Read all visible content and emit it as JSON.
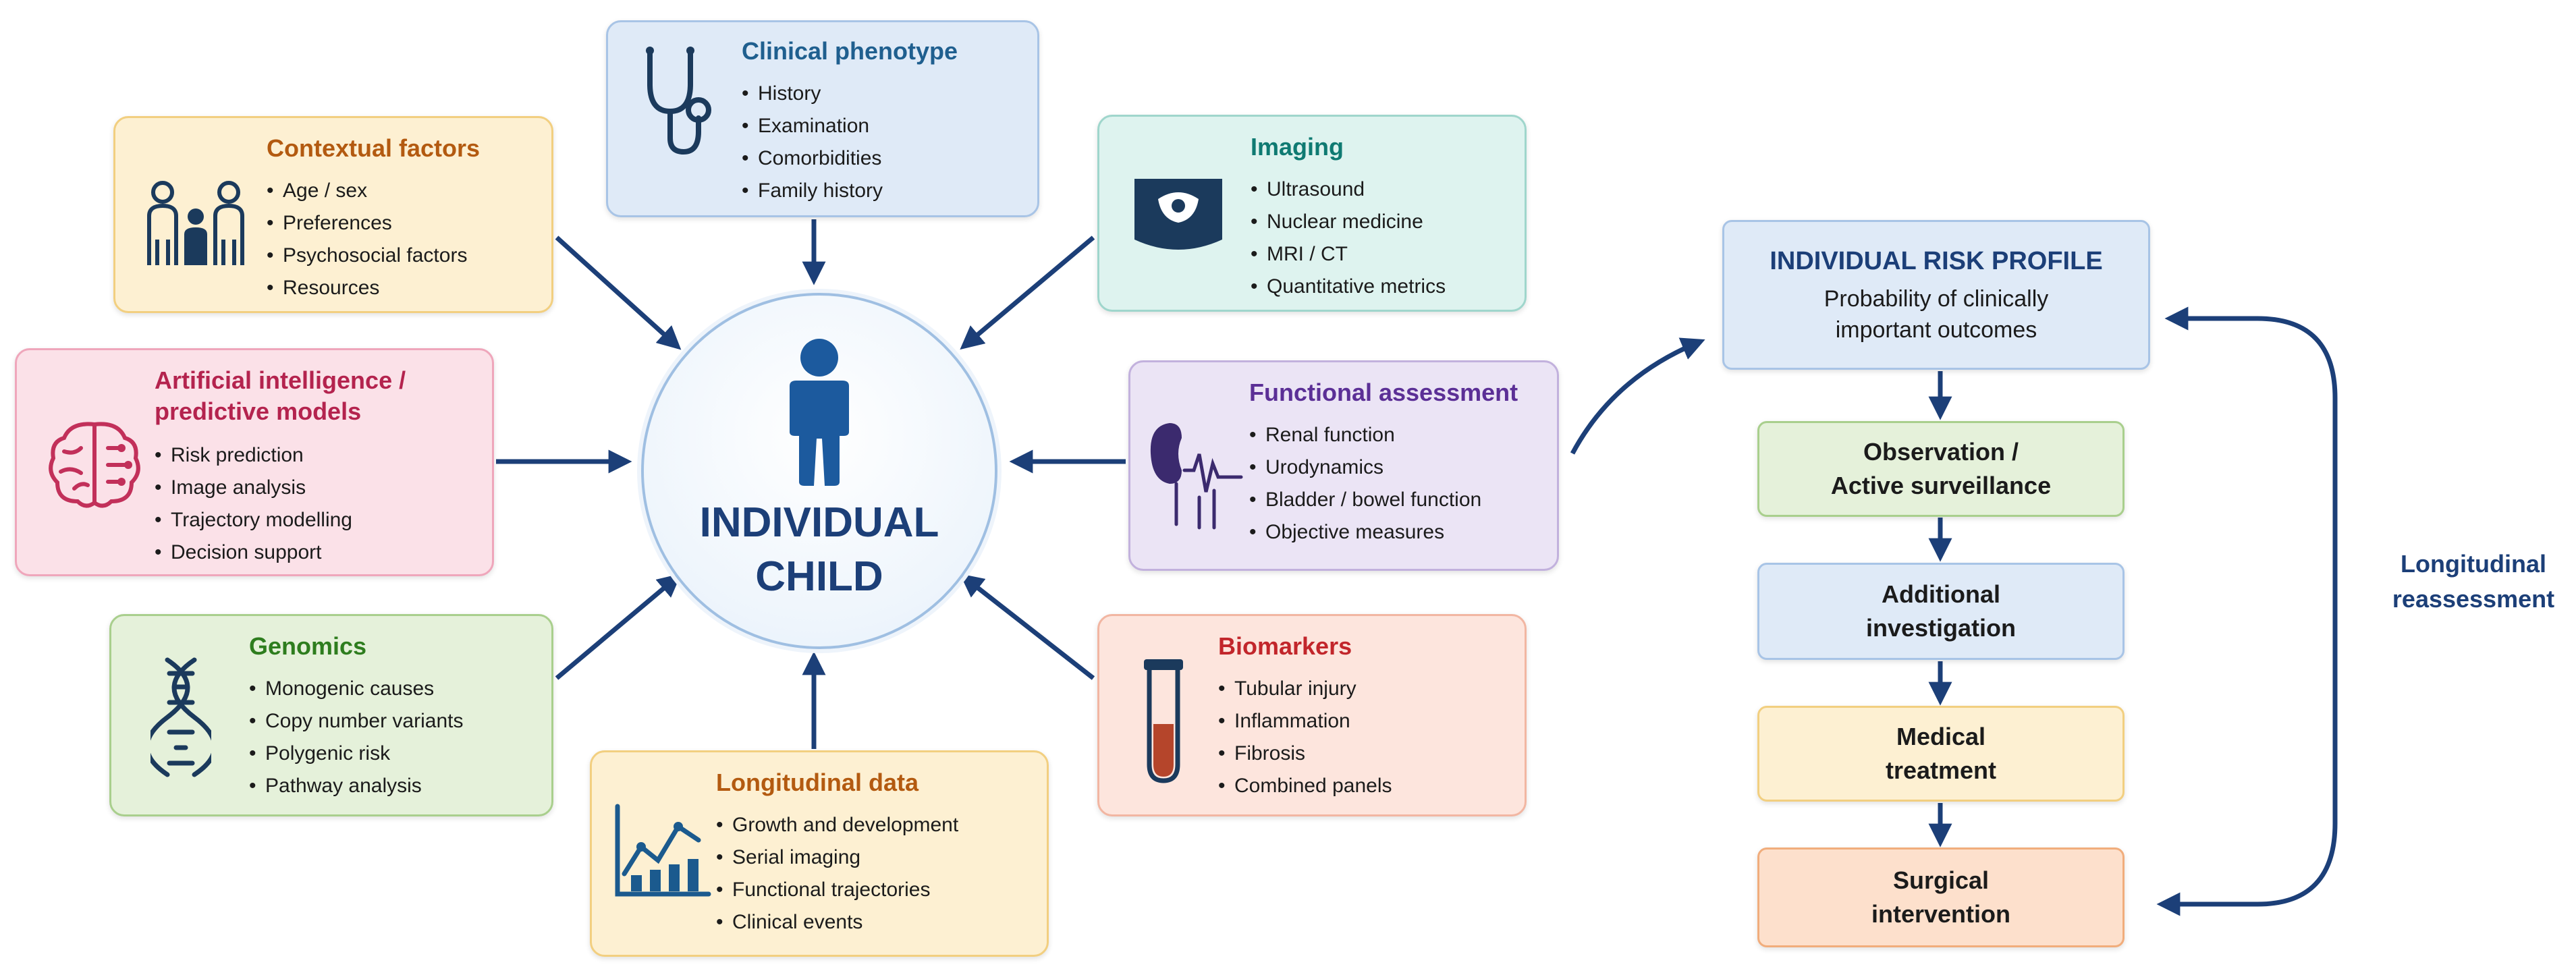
{
  "center": {
    "line1": "INDIVIDUAL",
    "line2": "CHILD"
  },
  "boxes": {
    "contextual": {
      "title": "Contextual factors",
      "items": [
        "Age / sex",
        "Preferences",
        "Psychosocial factors",
        "Resources"
      ],
      "icon": "family-icon"
    },
    "clinical": {
      "title": "Clinical phenotype",
      "items": [
        "History",
        "Examination",
        "Comorbidities",
        "Family history"
      ],
      "icon": "stethoscope-icon"
    },
    "imaging": {
      "title": "Imaging",
      "items": [
        "Ultrasound",
        "Nuclear medicine",
        "MRI / CT",
        "Quantitative metrics"
      ],
      "icon": "ultrasound-icon"
    },
    "ai": {
      "title_line1": "Artificial intelligence /",
      "title_line2": "predictive models",
      "items": [
        "Risk prediction",
        "Image analysis",
        "Trajectory modelling",
        "Decision support"
      ],
      "icon": "brain-icon"
    },
    "functional": {
      "title": "Functional assessment",
      "items": [
        "Renal function",
        "Urodynamics",
        "Bladder / bowel function",
        "Objective measures"
      ],
      "icon": "kidney-signal-icon"
    },
    "genomics": {
      "title": "Genomics",
      "items": [
        "Monogenic causes",
        "Copy number variants",
        "Polygenic risk",
        "Pathway analysis"
      ],
      "icon": "dna-icon"
    },
    "longitudinal": {
      "title": "Longitudinal data",
      "items": [
        "Growth and development",
        "Serial imaging",
        "Functional trajectories",
        "Clinical events"
      ],
      "icon": "growth-chart-icon"
    },
    "biomarkers": {
      "title": "Biomarkers",
      "items": [
        "Tubular injury",
        "Inflammation",
        "Fibrosis",
        "Combined panels"
      ],
      "icon": "test-tube-icon"
    }
  },
  "pathway": {
    "risk_title": "INDIVIDUAL RISK PROFILE",
    "risk_sub": "Probability of clinically\nimportant outcomes",
    "observation": [
      "Observation /",
      "Active surveillance"
    ],
    "additional": [
      "Additional",
      "investigation"
    ],
    "medical": [
      "Medical",
      "treatment"
    ],
    "surgical": [
      "Surgical",
      "intervention"
    ],
    "loop_label": [
      "Longitudinal",
      "reassessment"
    ]
  },
  "colors": {
    "arrow": "#1c3f78",
    "icon": "#1b3a5c"
  }
}
